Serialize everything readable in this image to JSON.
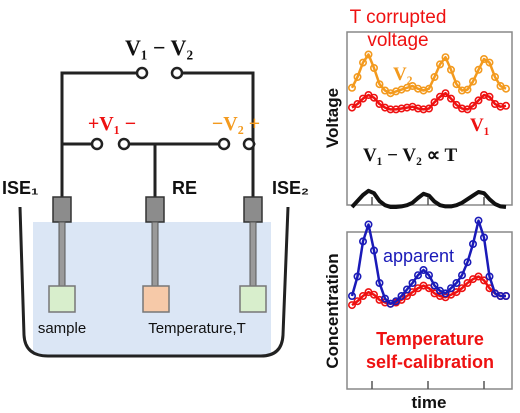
{
  "circuit": {
    "top_label": "V₁ − V₂",
    "plus_left": "+V₁ −",
    "minus_right": "−V₂ +",
    "ise1": "ISE₁",
    "re": "RE",
    "ise2": "ISE₂",
    "sample_label": "sample",
    "temperature_label": "Temperature,T"
  },
  "colors": {
    "red": "#ee1111",
    "orange": "#f39a1e",
    "blue": "#1a1ab8",
    "black": "#111111",
    "solution": "#dbe6f5",
    "sample_green": "#d8eecc",
    "temp_peach": "#f6c9a8",
    "electrode_grey": "#8c8c8c"
  },
  "voltage_plot": {
    "ylabel": "Voltage",
    "title_line1": "T corrupted",
    "title_line2": "voltage",
    "v2_label": "V₂",
    "v1_label": "V₁",
    "diff_label": "V₁ − V₂ ∝ T"
  },
  "concentration_plot": {
    "ylabel": "Concentration",
    "apparent_label": "apparent",
    "calib_line1": "Temperature",
    "calib_line2": "self-calibration",
    "xlabel": "time"
  },
  "chart_data": [
    {
      "type": "line",
      "series": [
        {
          "name": "V₂",
          "color": "orange",
          "values": [
            0.58,
            0.7,
            0.86,
            0.95,
            0.8,
            0.62,
            0.55,
            0.52,
            0.54,
            0.56,
            0.58,
            0.6,
            0.57,
            0.55,
            0.57,
            0.7,
            0.84,
            0.92,
            0.78,
            0.62,
            0.55,
            0.56,
            0.65,
            0.78,
            0.9,
            0.86,
            0.7,
            0.6,
            0.57
          ]
        },
        {
          "name": "V₁",
          "color": "red",
          "values": [
            0.36,
            0.4,
            0.46,
            0.5,
            0.47,
            0.4,
            0.36,
            0.34,
            0.34,
            0.35,
            0.36,
            0.37,
            0.35,
            0.34,
            0.35,
            0.42,
            0.48,
            0.52,
            0.46,
            0.39,
            0.35,
            0.34,
            0.38,
            0.44,
            0.5,
            0.48,
            0.4,
            0.37,
            0.38
          ]
        },
        {
          "name": "V₁ − V₂ ∝ T",
          "color": "black",
          "values": [
            0.05,
            0.15,
            0.25,
            0.32,
            0.28,
            0.15,
            0.08,
            0.05,
            0.05,
            0.06,
            0.08,
            0.12,
            0.2,
            0.27,
            0.24,
            0.14,
            0.08,
            0.06,
            0.06,
            0.08,
            0.12,
            0.18,
            0.24,
            0.3,
            0.28,
            0.18,
            0.1,
            0.06,
            0.05
          ]
        }
      ]
    },
    {
      "type": "line",
      "xlabel": "time",
      "series": [
        {
          "name": "apparent",
          "color": "blue",
          "values": [
            0.4,
            0.55,
            0.82,
            0.95,
            0.75,
            0.5,
            0.38,
            0.34,
            0.36,
            0.4,
            0.45,
            0.5,
            0.56,
            0.6,
            0.56,
            0.48,
            0.44,
            0.42,
            0.46,
            0.5,
            0.56,
            0.66,
            0.8,
            0.98,
            0.85,
            0.55,
            0.42,
            0.4,
            0.4
          ]
        },
        {
          "name": "Temperature self-calibration",
          "color": "red",
          "values": [
            0.33,
            0.36,
            0.4,
            0.43,
            0.41,
            0.37,
            0.35,
            0.34,
            0.35,
            0.37,
            0.4,
            0.43,
            0.46,
            0.48,
            0.46,
            0.42,
            0.4,
            0.39,
            0.41,
            0.43,
            0.46,
            0.5,
            0.53,
            0.55,
            0.52,
            0.46,
            0.42,
            0.4,
            0.4
          ]
        }
      ]
    }
  ]
}
